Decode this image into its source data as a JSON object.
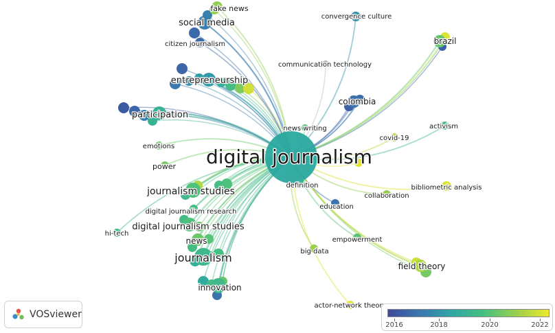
{
  "app": {
    "brand": "VOSviewer",
    "brand_icon": "vosviewer-logo-icon"
  },
  "colors": {
    "scale": [
      "#3d4a9a",
      "#3b78b0",
      "#2fa7a2",
      "#47c081",
      "#9bd04c",
      "#ece82d"
    ],
    "center_node": "#2aa89f",
    "gray_node": "#b5b5b5"
  },
  "legend": {
    "min": 2015.3,
    "max": 2022.6,
    "ticks": [
      "2016",
      "2018",
      "2020",
      "2022"
    ]
  },
  "center": "digital journalism",
  "nodes": [
    {
      "label": "digital journalism",
      "year": 2019.3,
      "weight": 10,
      "size": "xl"
    },
    {
      "label": "fake news",
      "year": 2021.0,
      "weight": 2,
      "size": "m"
    },
    {
      "label": "convergence culture",
      "year": 2017.6,
      "weight": 2,
      "size": "s"
    },
    {
      "label": "social media",
      "year": 2016.9,
      "weight": 3,
      "size": "l"
    },
    {
      "label": "citizen journalism",
      "year": 2016.3,
      "weight": 2,
      "size": "s"
    },
    {
      "label": "brazil",
      "year": 2020.2,
      "weight": 3,
      "size": "m"
    },
    {
      "label": "communication technology",
      "year": null,
      "weight": 1,
      "size": "s"
    },
    {
      "label": "entrepreneurship",
      "year": 2017.8,
      "weight": 3,
      "size": "l"
    },
    {
      "label": "colombia",
      "year": 2016.5,
      "weight": 3,
      "size": "m"
    },
    {
      "label": "participation",
      "year": 2018.8,
      "weight": 3,
      "size": "l"
    },
    {
      "label": "news writing",
      "year": 2020.0,
      "weight": 1,
      "size": "s"
    },
    {
      "label": "activism",
      "year": 2019.5,
      "weight": 2,
      "size": "s"
    },
    {
      "label": "covid-19",
      "year": 2021.7,
      "weight": 2,
      "size": "s"
    },
    {
      "label": "emotions",
      "year": 2020.3,
      "weight": 2,
      "size": "s"
    },
    {
      "label": "power",
      "year": 2020.5,
      "weight": 2,
      "size": "s"
    },
    {
      "label": "journalism studies",
      "year": 2019.8,
      "weight": 4,
      "size": "l"
    },
    {
      "label": "definition",
      "year": 2019.0,
      "weight": 1,
      "size": "s"
    },
    {
      "label": "bibliometric analysis",
      "year": 2022.3,
      "weight": 2,
      "size": "s"
    },
    {
      "label": "collaboration",
      "year": 2021.0,
      "weight": 2,
      "size": "s"
    },
    {
      "label": "digital journalism research",
      "year": 2019.5,
      "weight": 2,
      "size": "s"
    },
    {
      "label": "education",
      "year": 2016.6,
      "weight": 2,
      "size": "s"
    },
    {
      "label": "digital journalism studies",
      "year": 2019.8,
      "weight": 3,
      "size": "l"
    },
    {
      "label": "hi-tech",
      "year": 2019.4,
      "weight": 2,
      "size": "s"
    },
    {
      "label": "news",
      "year": 2020.3,
      "weight": 3,
      "size": "s"
    },
    {
      "label": "empowerment",
      "year": 2020.0,
      "weight": 2,
      "size": "s"
    },
    {
      "label": "big data",
      "year": 2021.1,
      "weight": 2,
      "size": "s"
    },
    {
      "label": "journalism",
      "year": 2019.2,
      "weight": 4,
      "size": "xl2"
    },
    {
      "label": "field theory",
      "year": 2021.5,
      "weight": 3,
      "size": "m"
    },
    {
      "label": "innovation",
      "year": 2019.3,
      "weight": 4,
      "size": "m"
    },
    {
      "label": "actor-network theory",
      "year": 2022.4,
      "weight": 2,
      "size": "s"
    }
  ]
}
